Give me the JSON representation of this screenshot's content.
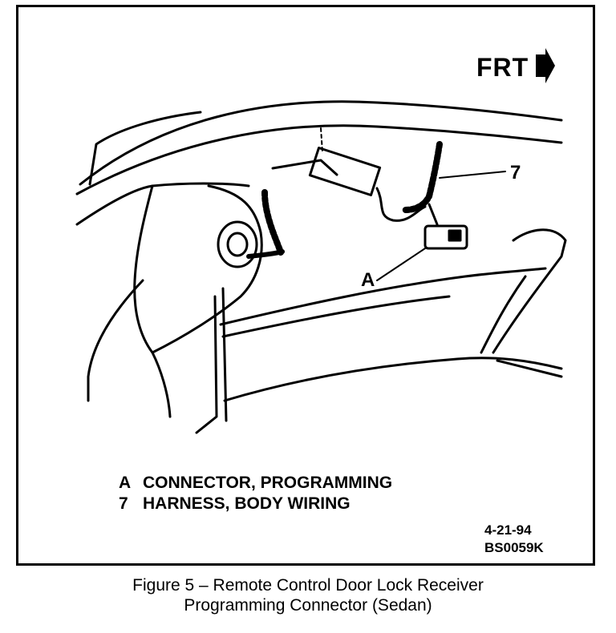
{
  "direction_label": "FRT",
  "callouts": {
    "seven": "7",
    "a": "A"
  },
  "legend": [
    {
      "key": "A",
      "text": "CONNECTOR, PROGRAMMING"
    },
    {
      "key": "7",
      "text": "HARNESS, BODY WIRING"
    }
  ],
  "stamp": {
    "date": "4-21-94",
    "code": "BS0059K"
  },
  "caption": {
    "line1": "Figure 5 – Remote Control Door Lock Receiver",
    "line2": "Programming Connector (Sedan)"
  }
}
